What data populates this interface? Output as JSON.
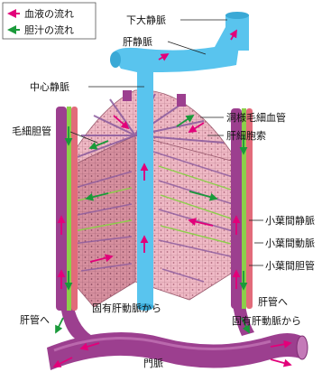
{
  "legend": {
    "blood_flow": "血液の流れ",
    "bile_flow": "胆汁の流れ"
  },
  "labels": {
    "inferior_vena_cava": "下大静脈",
    "hepatic_vein": "肝静脈",
    "central_vein": "中心静脈",
    "sinusoid": "洞様毛細血管",
    "bile_canaliculus": "毛細胆管",
    "hepatic_cord": "肝細胞索",
    "interlobular_vein": "小葉間静脈",
    "interlobular_artery": "小葉間動脈",
    "interlobular_bile_duct": "小葉間胆管",
    "to_hepatic_duct_right": "肝管へ",
    "from_hepatic_artery_right": "固有肝動脈から",
    "from_hepatic_artery_center": "固有肝動脈から",
    "to_hepatic_duct_left": "肝管へ",
    "portal_vein": "門脈"
  },
  "colors": {
    "blood_arrow": "#e2007a",
    "bile_arrow": "#1a9a3a",
    "vein_blue": "#59c4ee",
    "portal_purple": "#9c3f8f",
    "hepatocyte_pink": "#e8a7b6",
    "sinusoid_purple": "#8a5a9e",
    "bile_green": "#8ccf4a"
  }
}
